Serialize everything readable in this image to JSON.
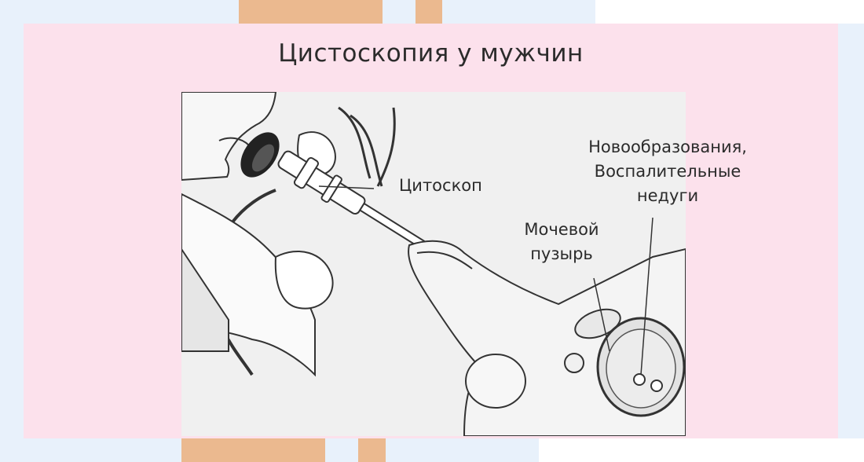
{
  "title": "Цистоскопия у мужчин",
  "labels": {
    "cystoscope": "Цитоскоп",
    "neoplasms_line1": "Новообразования,",
    "neoplasms_line2": "Воспалительные",
    "neoplasms_line3": "недуги",
    "bladder_line1": "Мочевой",
    "bladder_line2": "пузырь"
  },
  "colors": {
    "card": "#fce1ec",
    "background": "#e8f1fb",
    "accent_stripes": "#ebb98f",
    "ink": "#2b2b2b",
    "illustration_fill": "#f0f0f0"
  }
}
